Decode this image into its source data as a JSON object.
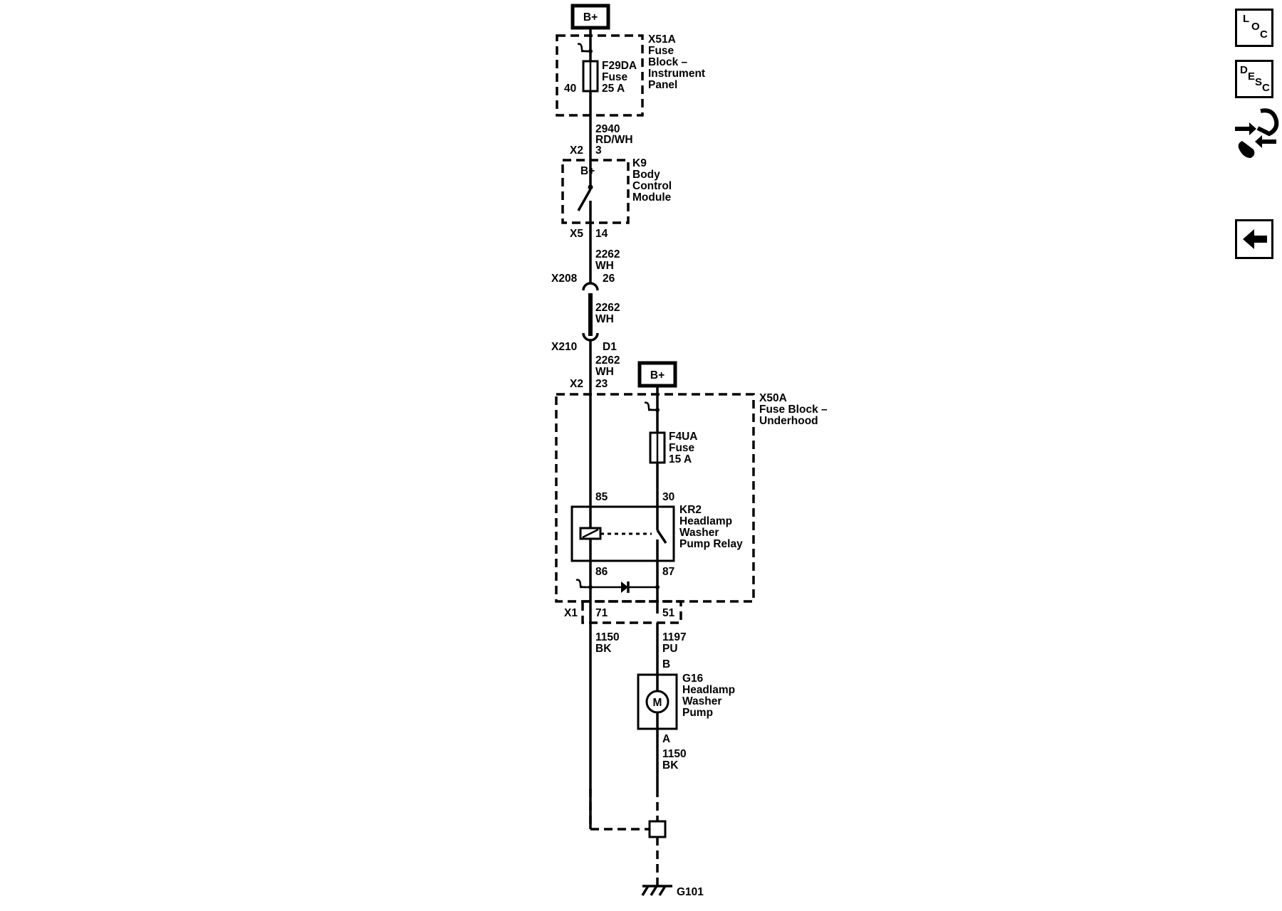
{
  "labels": {
    "bplus_top": "B+",
    "x51a": "X51A",
    "x51a_desc": [
      "Fuse",
      "Block –",
      "Instrument",
      "Panel"
    ],
    "f29da": "F29DA",
    "f29da_desc": [
      "Fuse",
      "25 A"
    ],
    "pin_40": "40",
    "wire_2940": [
      "2940",
      "RD/WH"
    ],
    "x2_top": "X2",
    "pin_3": "3",
    "k9": "K9",
    "k9_desc": [
      "Body",
      "Control",
      "Module"
    ],
    "k9_bplus": "B+",
    "x5": "X5",
    "pin_14": "14",
    "wire_2262_a": [
      "2262",
      "WH"
    ],
    "x208": "X208",
    "pin_26": "26",
    "wire_2262_b": [
      "2262",
      "WH"
    ],
    "x210": "X210",
    "pin_d1": "D1",
    "wire_2262_c": [
      "2262",
      "WH"
    ],
    "x2_mid": "X2",
    "pin_23": "23",
    "bplus_mid": "B+",
    "x50a": "X50A",
    "x50a_desc": [
      "Fuse Block –",
      "Underhood"
    ],
    "f4ua": "F4UA",
    "f4ua_desc": [
      "Fuse",
      "15 A"
    ],
    "pin_85": "85",
    "pin_30": "30",
    "kr2": "KR2",
    "kr2_desc": [
      "Headlamp",
      "Washer",
      "Pump Relay"
    ],
    "pin_86": "86",
    "pin_87": "87",
    "x1": "X1",
    "pin_71": "71",
    "pin_51": "51",
    "wire_1150_a": [
      "1150",
      "BK"
    ],
    "wire_1197": [
      "1197",
      "PU"
    ],
    "pin_b": "B",
    "g16": "G16",
    "g16_desc": [
      "Headlamp",
      "Washer",
      "Pump"
    ],
    "motor": "M",
    "pin_a": "A",
    "wire_1150_b": [
      "1150",
      "BK"
    ],
    "g101": "G101"
  },
  "sidebar": {
    "loc": {
      "l": "L",
      "o": "O",
      "c": "C"
    },
    "desc": {
      "d": "D",
      "e": "E",
      "s": "S",
      "c": "C"
    },
    "tool_icon": "wrench-arrows-icon",
    "back_icon": "left-arrow-icon"
  }
}
